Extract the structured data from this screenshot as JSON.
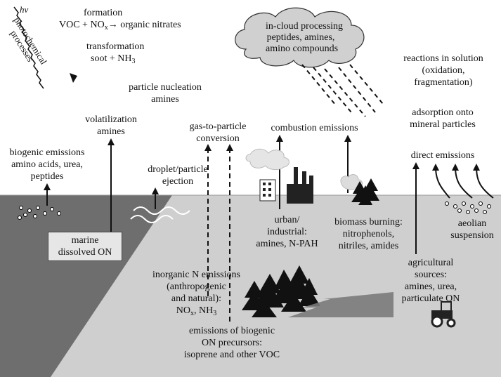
{
  "labels": {
    "hv": "hv",
    "photochemical_processes": "photochemical processes",
    "formation_title": "formation",
    "formation_eq_left": "VOC + NO",
    "formation_eq_sub": "x",
    "formation_eq_arrow": "→",
    "formation_eq_right": " organic nitrates",
    "transformation_title": "transformation",
    "transformation_eq_left": "soot + NH",
    "transformation_eq_sub": "3",
    "incloud_line1": "in-cloud processing",
    "incloud_line2": "peptides, amines,",
    "incloud_line3": "amino compounds",
    "reactions_line1": "reactions in solution",
    "reactions_line2": "(oxidation,",
    "reactions_line3": "fragmentation)",
    "nucleation_line1": "particle nucleation",
    "nucleation_line2": "amines",
    "adsorption_line1": "adsorption onto",
    "adsorption_line2": "mineral particles",
    "volatilization_line1": "volatilization",
    "volatilization_line2": "amines",
    "gas_particle_line1": "gas-to-particle",
    "gas_particle_line2": "conversion",
    "combustion": "combustion emissions",
    "direct": "direct emissions",
    "biogenic_line1": "biogenic emissions",
    "biogenic_line2": "amino acids, urea,",
    "biogenic_line3": "peptides",
    "droplet_line1": "droplet/particle",
    "droplet_line2": "ejection",
    "urban_line1": "urban/",
    "urban_line2": "industrial:",
    "urban_line3": "amines, N-PAH",
    "biomass_line1": "biomass burning:",
    "biomass_line2": "nitrophenols,",
    "biomass_line3": "nitriles, amides",
    "aeolian_line1": "aeolian",
    "aeolian_line2": "suspension",
    "marine_line1": "marine",
    "marine_line2": "dissolved ON",
    "inorganic_line1": "inorganic N emissions",
    "inorganic_line2": "(anthropogenic",
    "inorganic_line3": "and natural):",
    "inorganic_no": "NO",
    "inorganic_no_sub": "x",
    "inorganic_nh": ", NH",
    "inorganic_nh_sub": "3",
    "agri_line1": "agricultural",
    "agri_line2": "sources:",
    "agri_line3": "amines, urea,",
    "agri_line4": "particulate ON",
    "biogenic_on_line1": "emissions of biogenic",
    "biogenic_on_line2": "ON precursors:",
    "biogenic_on_line3": "isoprene and other VOC"
  },
  "colors": {
    "sky": "#ffffff",
    "ground_light": "#cfcfcf",
    "ground_dark": "#6e6e6e",
    "box_fill": "#e6e6e6",
    "cloud_fill": "#d0d0d0",
    "ink": "#111111"
  }
}
